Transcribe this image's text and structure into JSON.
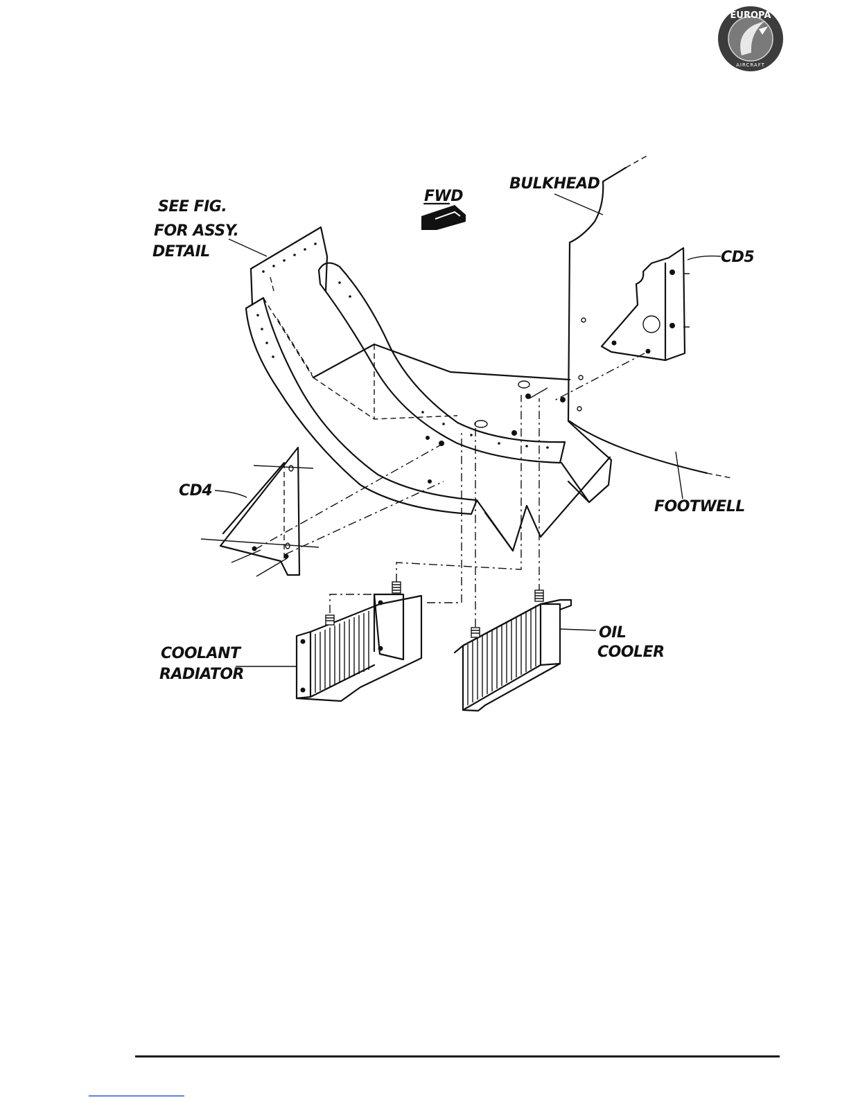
{
  "logo": {
    "brand": "EUROPA",
    "sub": "AIRCRAFT",
    "colors": {
      "outer": "#3c3c3c",
      "inner": "#7a7a7a",
      "ring": "#d8d8d8"
    }
  },
  "labels": {
    "see_fig_line1": "SEE FIG.",
    "see_fig_line2": "FOR ASSY.",
    "see_fig_line3": "DETAIL",
    "fwd": "FWD",
    "bulkhead": "BULKHEAD",
    "cd5": "CD5",
    "cd4": "CD4",
    "footwell": "FOOTWELL",
    "coolant_line1": "COOLANT",
    "coolant_line2": "RADIATOR",
    "oil_line1": "OIL",
    "oil_line2": "COOLER"
  }
}
